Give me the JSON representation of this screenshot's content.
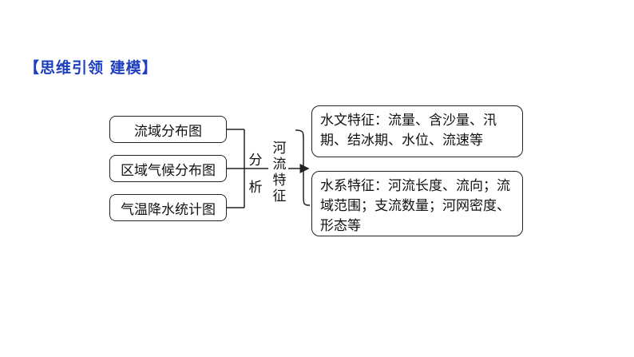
{
  "heading": "【思维引领 建模】",
  "sources": [
    "流域分布图",
    "区域气候分布图",
    "气温降水统计图"
  ],
  "analysis_label": "分析",
  "topic_label": "河流特征",
  "results": [
    "水文特征：流量、含沙量、汛期、结冰期、水位、流速等",
    "水系特征：河流长度、流向；流域范围；支流数量；河网密度、形态等"
  ]
}
